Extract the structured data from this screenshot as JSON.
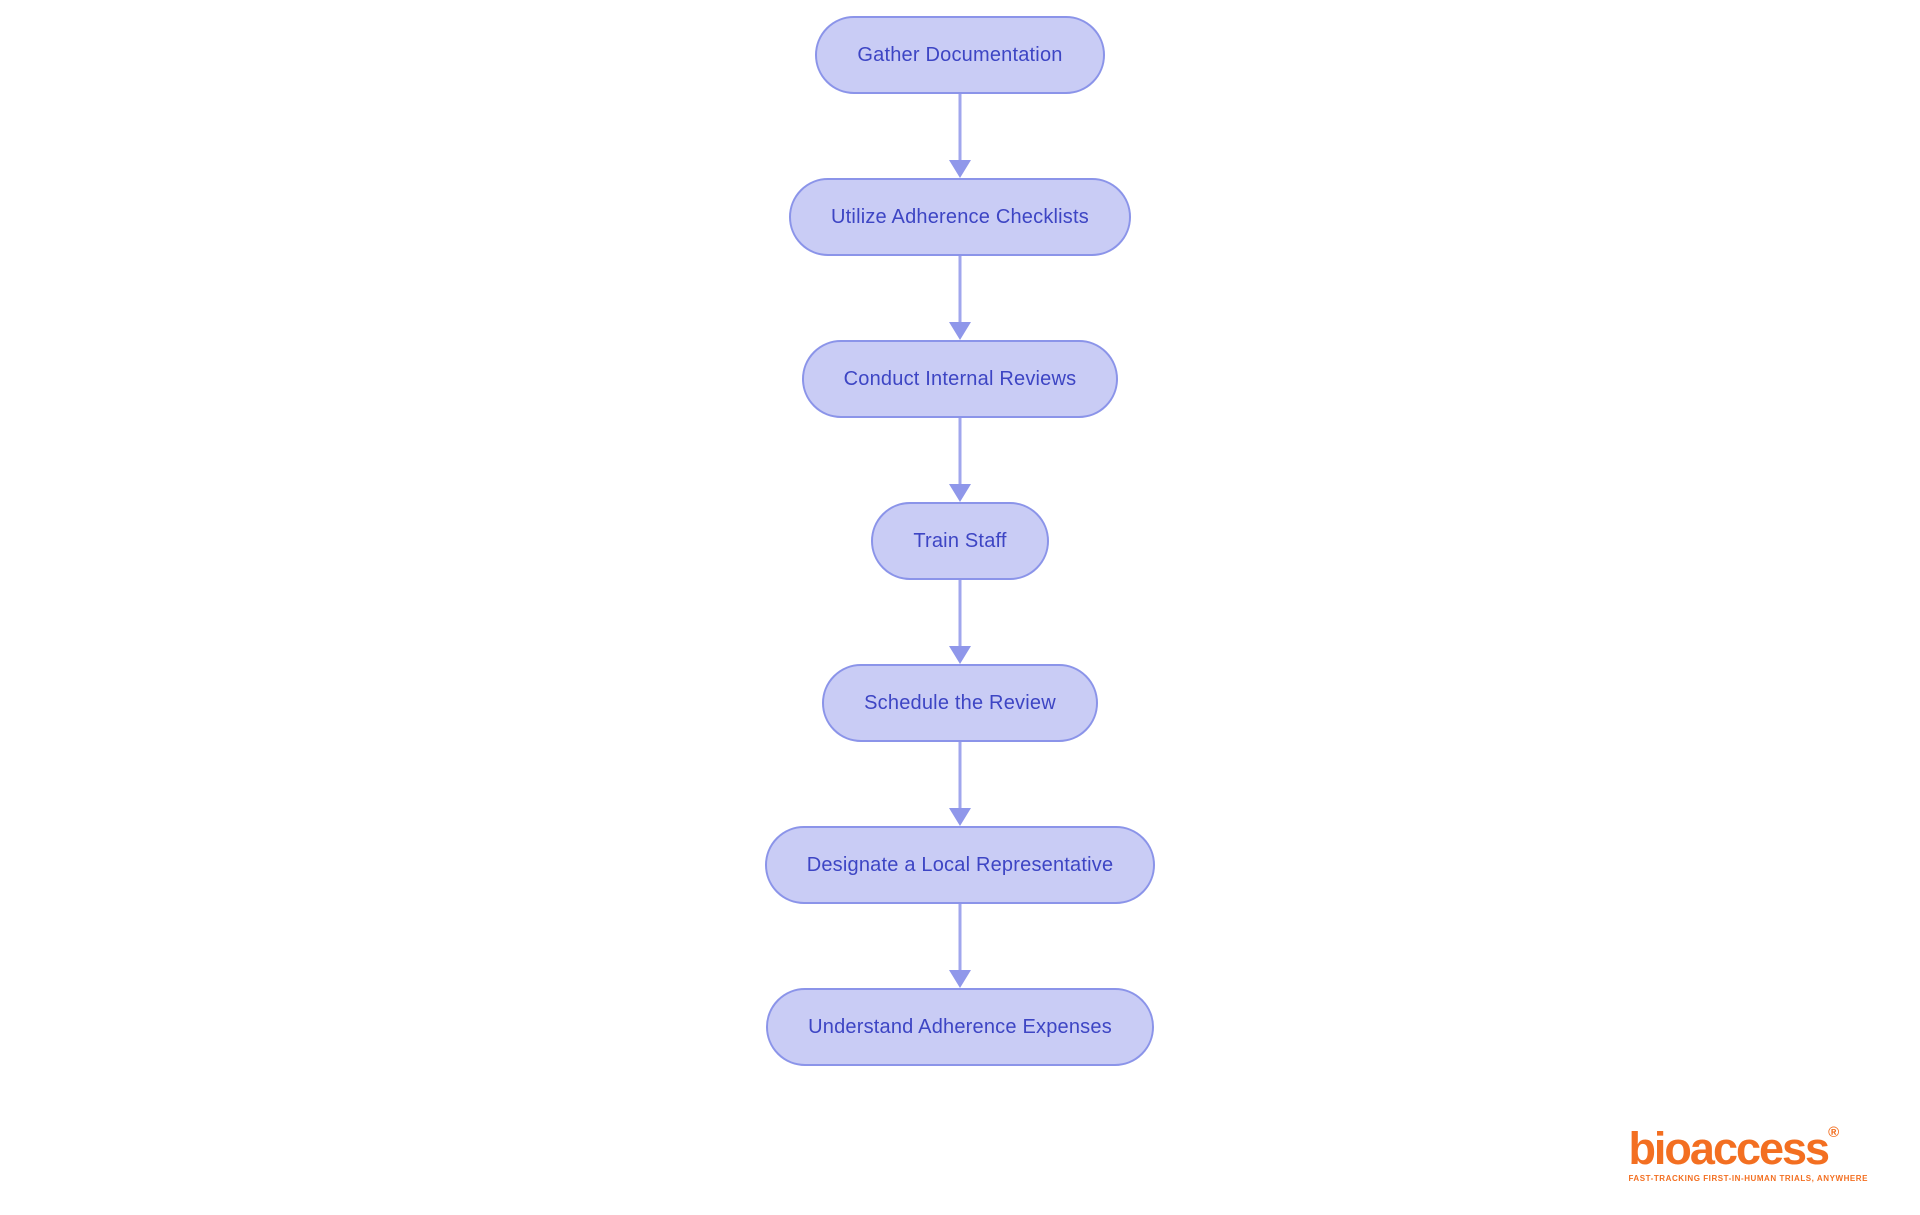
{
  "flowchart": {
    "direction": "top-down",
    "nodes": [
      {
        "label": "Gather Documentation"
      },
      {
        "label": "Utilize Adherence Checklists"
      },
      {
        "label": "Conduct Internal Reviews"
      },
      {
        "label": "Train Staff"
      },
      {
        "label": "Schedule the Review"
      },
      {
        "label": "Designate a Local Representative"
      },
      {
        "label": "Understand Adherence Expenses"
      }
    ]
  },
  "logo": {
    "brand": "bioaccess",
    "registered_mark": "®",
    "tagline": "FAST-TRACKING FIRST-IN-HUMAN TRIALS, ANYWHERE"
  },
  "colors": {
    "node_fill": "#c9ccf5",
    "node_border": "#8b94e9",
    "node_text": "#3d45c4",
    "arrow_color": "#8f97ea",
    "logo_orange": "#f36f21",
    "page_bg": "#ffffff"
  }
}
